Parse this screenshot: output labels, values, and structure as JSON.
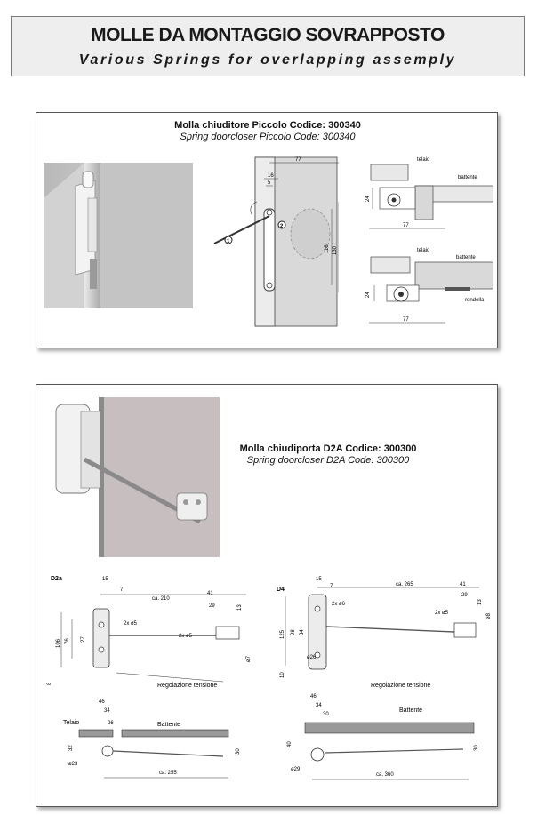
{
  "header": {
    "title": "MOLLE DA MONTAGGIO SOVRAPPOSTO",
    "subtitle": "Various Springs for overlapping assemply"
  },
  "panel1": {
    "title_it": "Molla chiuditore Piccolo Codice: 300340",
    "title_en": "Spring doorcloser Piccolo Code: 300340",
    "dims": {
      "d77_top": "77",
      "d16": "16",
      "d5": "5",
      "d116": "116",
      "d130": "130",
      "marker1": "1",
      "marker2": "2"
    },
    "detail_top": {
      "frame": "telaio",
      "leaf": "battente",
      "d24": "24",
      "d77": "77"
    },
    "detail_bottom": {
      "frame": "telaio",
      "leaf": "battente",
      "washer": "rondella",
      "d24": "24",
      "d77": "77"
    }
  },
  "panel2": {
    "title_it": "Molla chiudiporta D2A Codice: 300300",
    "title_en": "Spring doorcloser D2A Code: 300300",
    "d2a": {
      "label": "D2a",
      "d15": "15",
      "d7": "7",
      "d210": "ca. 210",
      "d41": "41",
      "d29": "29",
      "d13": "13",
      "hole_a": "2x ø5",
      "hole_b": "2x ø5",
      "d106": "106",
      "d76": "76",
      "d27": "27",
      "d8": "8",
      "d_o7": "ø7",
      "tension": "Regolazione tensione",
      "frame": "Telaio",
      "leaf": "Battente",
      "d46": "46",
      "d34": "34",
      "d26": "26",
      "d32": "32",
      "d_o23": "ø23",
      "d255": "ca. 255",
      "d30": "30"
    },
    "d4": {
      "label": "D4",
      "d15": "15",
      "d7": "7",
      "d265": "ca. 265",
      "d41": "41",
      "d29": "29",
      "d13": "13",
      "hole_a": "2x ø6",
      "hole_b": "2x ø5",
      "d_o8": "ø8",
      "d125": "125",
      "d98": "98",
      "d34": "34",
      "d_o26": "ø26",
      "d10": "10",
      "tension": "Regolazione tensione",
      "leaf": "Battente",
      "d46": "46",
      "d34b": "34",
      "d30": "30",
      "d40": "40",
      "d_o29": "ø29",
      "d360": "ca. 360",
      "d30b": "30"
    }
  }
}
